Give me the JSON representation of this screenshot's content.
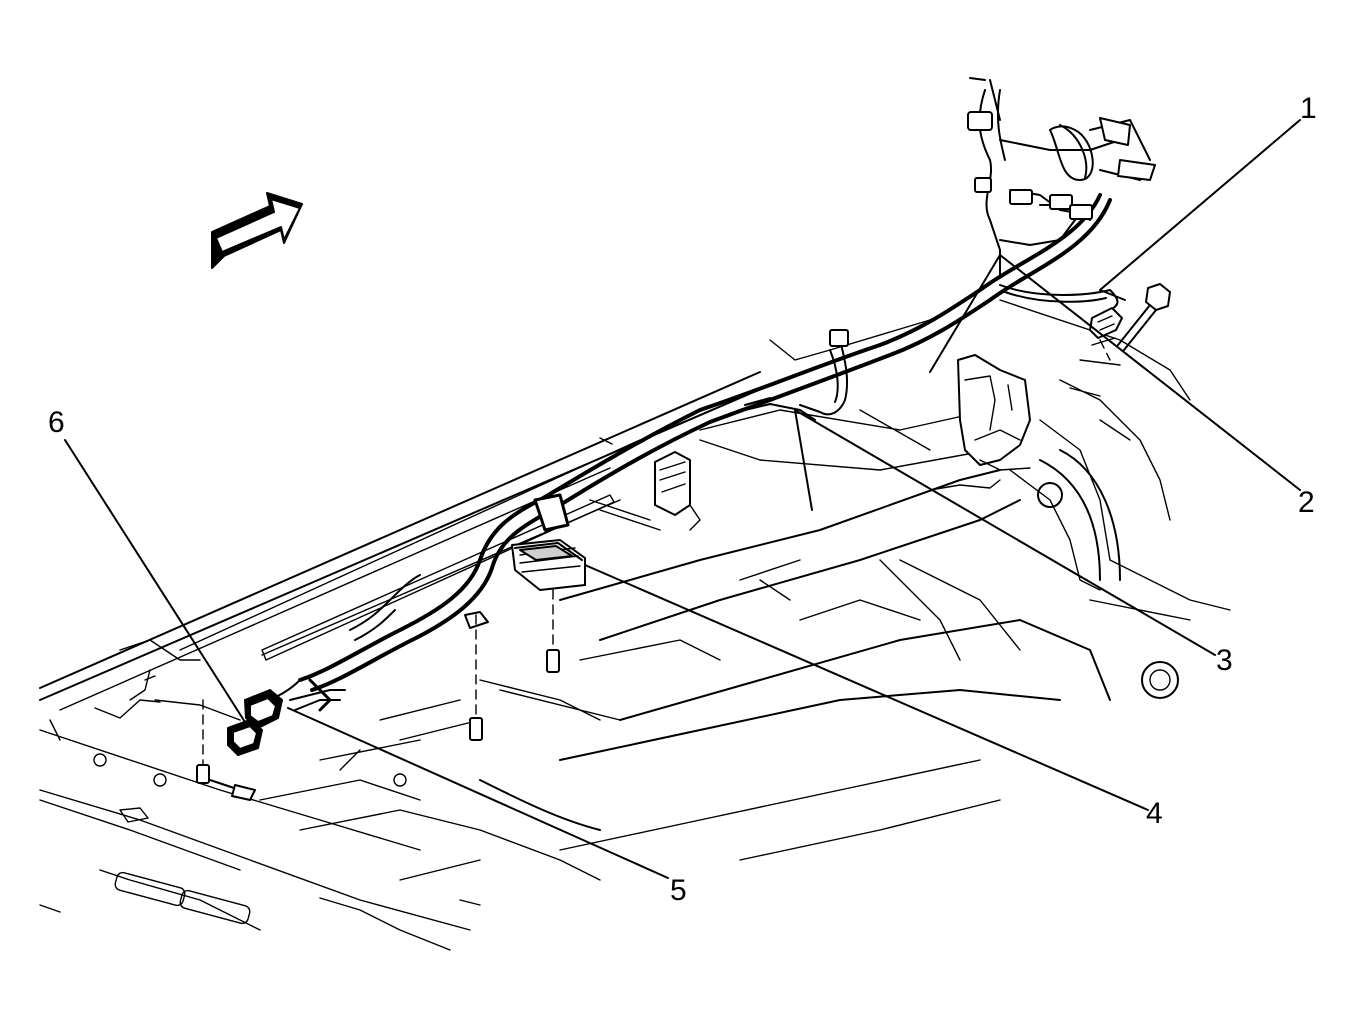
{
  "diagram": {
    "callouts": [
      {
        "id": "1",
        "label": "1"
      },
      {
        "id": "2",
        "label": "2"
      },
      {
        "id": "3",
        "label": "3"
      },
      {
        "id": "4",
        "label": "4"
      },
      {
        "id": "5",
        "label": "5"
      },
      {
        "id": "6",
        "label": "6"
      }
    ],
    "icons": {
      "direction_arrow": "forward-direction-arrow-icon",
      "bolt": "bolt-icon"
    }
  }
}
